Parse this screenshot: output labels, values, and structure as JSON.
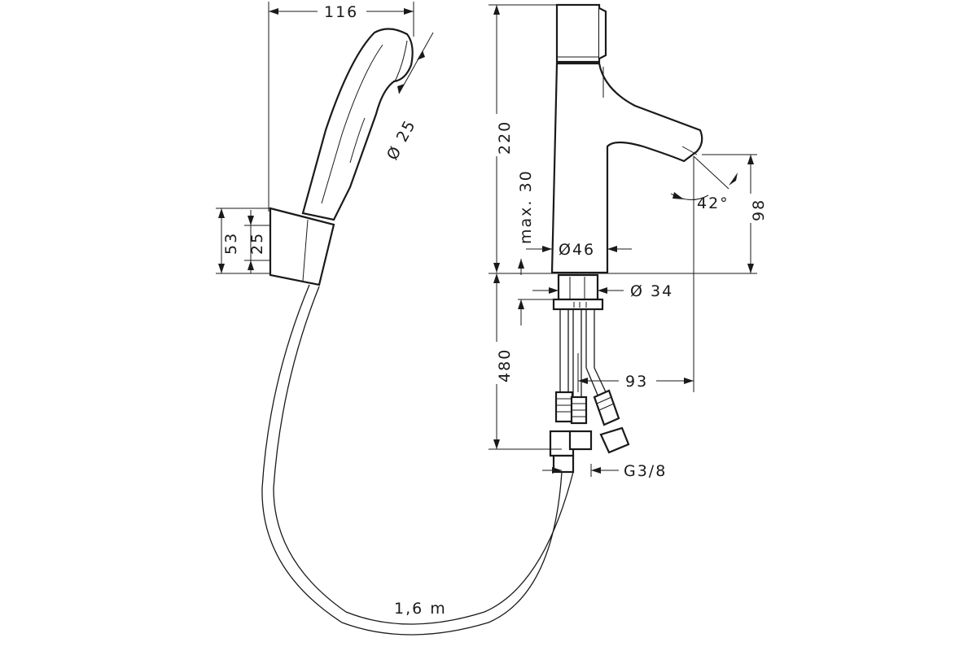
{
  "labels": {
    "dim_width_shower": "116",
    "dim_diameter_25": "Ø 25",
    "dim_53": "53",
    "dim_25": "25",
    "dim_hose_length": "1,6 m",
    "dim_220": "220",
    "dim_max30": "max. 30",
    "dim_diameter_46": "Ø46",
    "dim_angle_42": "42°",
    "dim_98": "98",
    "dim_diameter_34": "Ø 34",
    "dim_480": "480",
    "dim_93": "93",
    "dim_thread": "G3/8"
  }
}
